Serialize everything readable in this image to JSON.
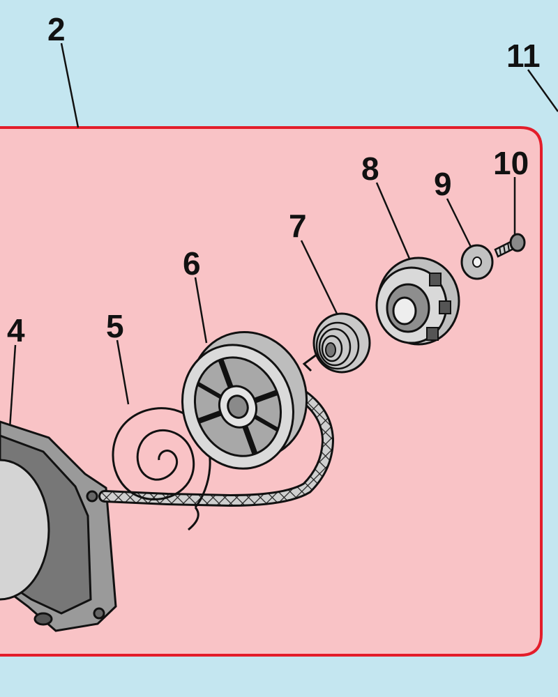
{
  "colors": {
    "background": "#c4e6f0",
    "assembly_fill": "#f9c3c6",
    "assembly_border": "#e31d2a",
    "ink": "#111111"
  },
  "callouts": {
    "c2": "2",
    "c4": "4",
    "c5": "5",
    "c6": "6",
    "c7": "7",
    "c8": "8",
    "c9": "9",
    "c10": "10",
    "c11": "11"
  }
}
